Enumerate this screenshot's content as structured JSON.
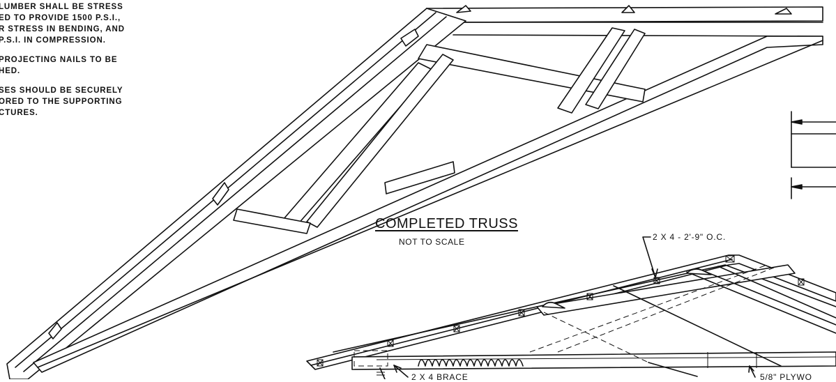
{
  "notes": [
    {
      "id": "note-lumber-line1",
      "text": "LUMBER SHALL BE STRESS"
    },
    {
      "id": "note-lumber-line2",
      "text": "ED TO PROVIDE 1500 P.S.I.,"
    },
    {
      "id": "note-lumber-line3",
      "text": "R STRESS IN BENDING, AND"
    },
    {
      "id": "note-lumber-line4",
      "text": "P.S.I. IN COMPRESSION."
    },
    {
      "id": "note-nails-line1",
      "text": "PROJECTING NAILS TO BE"
    },
    {
      "id": "note-nails-line2",
      "text": "HED."
    },
    {
      "id": "note-trusses-line1",
      "text": "SES SHOULD BE SECURELY"
    },
    {
      "id": "note-trusses-line2",
      "text": "ORED TO THE SUPPORTING"
    },
    {
      "id": "note-trusses-line3",
      "text": "CTURES."
    }
  ],
  "title": "COMPLETED TRUSS",
  "subtitle": "NOT TO SCALE",
  "callouts": {
    "purlins": "2 X 4 - 2'-9\" O.C.",
    "brace": "2 X 4  BRACE",
    "plywood": "5/8\" PLYWO"
  },
  "colors": {
    "ink": "#111111",
    "paper": "#ffffff"
  }
}
